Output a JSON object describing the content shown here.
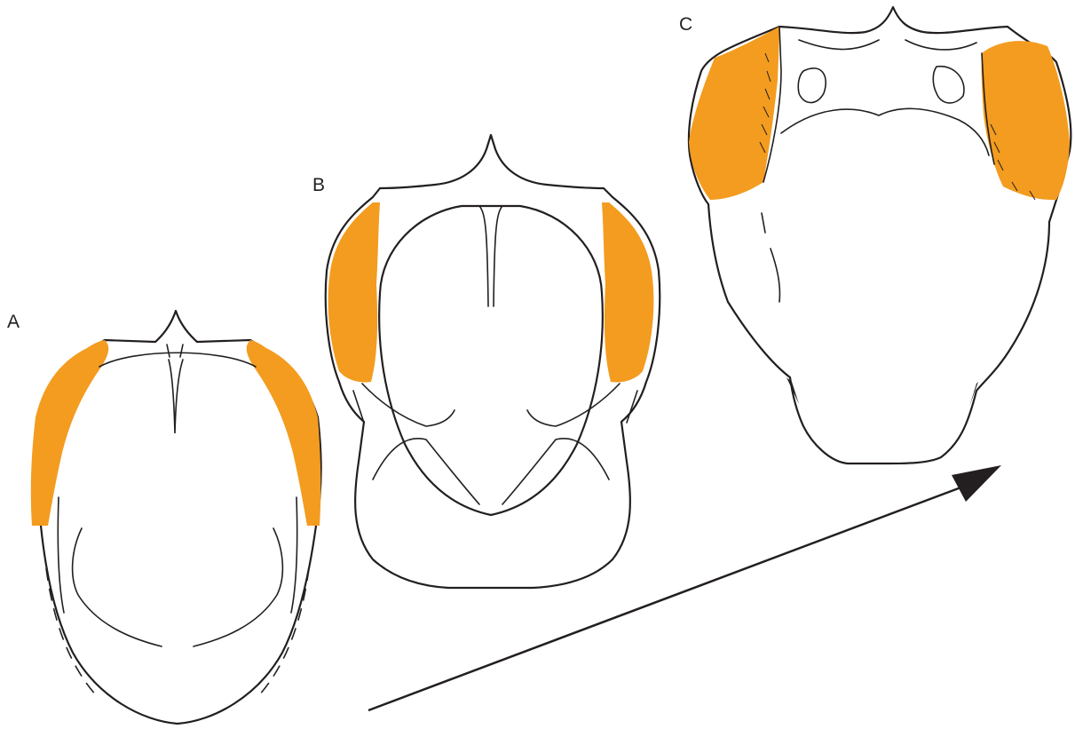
{
  "panels": [
    {
      "id": "A",
      "label": "A"
    },
    {
      "id": "B",
      "label": "B"
    },
    {
      "id": "C",
      "label": "C"
    }
  ],
  "colors": {
    "highlight": "#f39c1f",
    "line": "#231f20",
    "background": "#ffffff"
  },
  "arrow": {
    "direction": "A-to-C"
  }
}
